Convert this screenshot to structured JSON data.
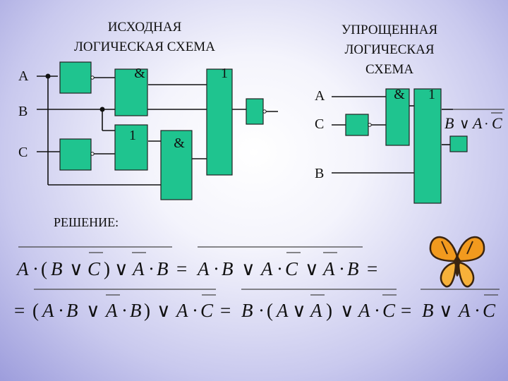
{
  "original": {
    "title_line1": "ИСХОДНАЯ",
    "title_line2": "ЛОГИЧЕСКАЯ СХЕМА",
    "inputs": [
      "A",
      "B",
      "C"
    ],
    "gate_and_top": "&",
    "gate_or_top": "1",
    "gate_or_mid": "1",
    "gate_and_mid": "&"
  },
  "simplified": {
    "title_line1": "УПРОЩЕННАЯ",
    "title_line2": "ЛОГИЧЕСКАЯ",
    "title_line3": "СХЕМА",
    "inputs": [
      "A",
      "C",
      "B"
    ],
    "gate_and": "&",
    "gate_or": "1",
    "output_B": "B",
    "output_or": "∨",
    "output_A": "A",
    "output_dot": "·",
    "output_C": "C"
  },
  "solution": {
    "label": "РЕШЕНИЕ:",
    "line1": [
      "A",
      "·",
      "(",
      "B",
      "∨",
      "C",
      ")",
      "∨",
      "A",
      "·",
      "B",
      "=",
      "A",
      "·",
      "B",
      "∨",
      "A",
      "·",
      "C",
      "∨",
      "A",
      "·",
      "B",
      "="
    ],
    "line2": [
      "=",
      "(",
      "A",
      "·",
      "B",
      "∨",
      "A",
      "·",
      "B",
      ")",
      "∨",
      "A",
      "·",
      "C",
      "=",
      "B",
      "·",
      "(",
      "A",
      "∨",
      "A",
      ")",
      "∨",
      "A",
      "·",
      "C",
      "=",
      "B",
      "∨",
      "A",
      "·",
      "C"
    ]
  },
  "colors": {
    "gate": "#1fc48f",
    "background": "#c9c9ee"
  },
  "icons": {
    "decoration": "butterfly-icon"
  }
}
